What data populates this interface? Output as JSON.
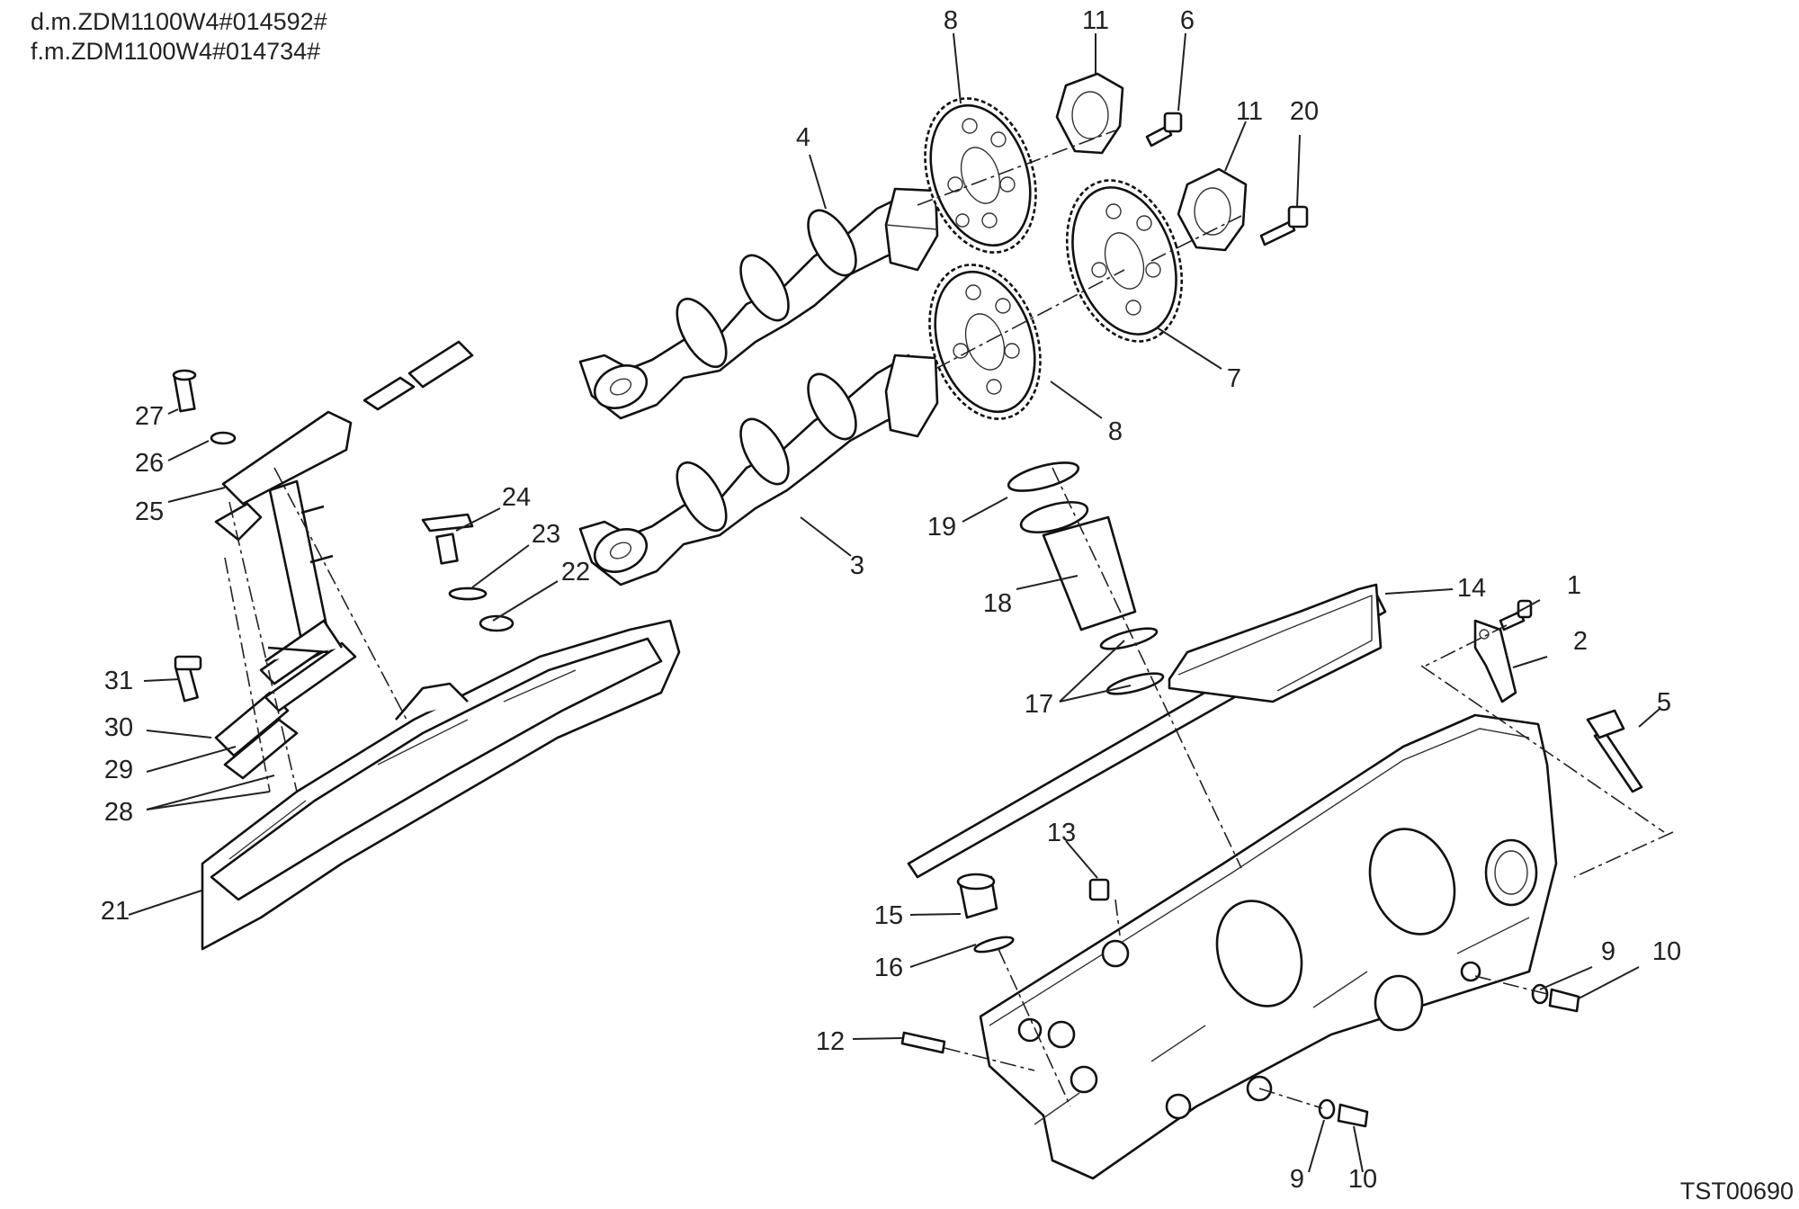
{
  "header": {
    "line1": "d.m.ZDM1100W4#014592#",
    "line2": "f.m.ZDM1100W4#014734#"
  },
  "drawing_code": "TST00690",
  "callouts": {
    "c1": "1",
    "c2": "2",
    "c3": "3",
    "c4": "4",
    "c5": "5",
    "c6": "6",
    "c7": "7",
    "c8a": "8",
    "c8b": "8",
    "c9a": "9",
    "c9b": "9",
    "c10a": "10",
    "c10b": "10",
    "c11a": "11",
    "c11b": "11",
    "c12": "12",
    "c13": "13",
    "c14": "14",
    "c15": "15",
    "c16": "16",
    "c17": "17",
    "c18": "18",
    "c19": "19",
    "c20": "20",
    "c21": "21",
    "c22": "22",
    "c23": "23",
    "c24": "24",
    "c25": "25",
    "c26": "26",
    "c27": "27",
    "c28": "28",
    "c29": "29",
    "c30": "30",
    "c31": "31"
  }
}
